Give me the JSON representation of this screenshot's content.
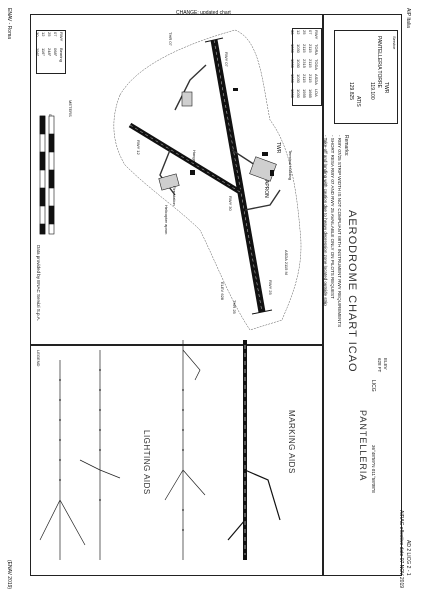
{
  "header": {
    "left_top": "AIP Italia",
    "left_sub": "ENAV - Roma",
    "right_top": "AD 2 LICG 2 - 1",
    "right_sub": "AIRAC effective date 07 NOV 2019",
    "changed_note": "CHANGE: updated chart",
    "bottom_left": "(ENAV 2019)"
  },
  "chart_title": "AERODROME CHART ICAO",
  "aerodrome": {
    "name": "PANTELLERIA",
    "icao": "LICG",
    "coords": "36°48'59\"N  011°58'08\"E",
    "elev_label": "ELEV",
    "elev_value": "628 FT"
  },
  "frequency_table": {
    "columns": [
      "Service",
      "Callsign",
      "Frequency"
    ],
    "rows": [
      [
        "TWR",
        "PANTELLERIA TORRE",
        "119.100"
      ],
      [
        "ATIS",
        "",
        "129.825"
      ]
    ]
  },
  "remarks": [
    "Remarks:",
    "- RWY 07/25 STRIP WIDTH IS NOT COMPLIANT WITH INSTRUMENT RWY REQUIREMENTS",
    "- SHORT RESA RWY 07 AND RWY 25 AVAILABLE ONLY ON PILOTS REQUEST",
    "- Take-off and landing with caution due to heavy depression zone located outside strip"
  ],
  "runway_table": {
    "headers": [
      "RWY",
      "TORA",
      "TODA",
      "ASDA",
      "LDA"
    ],
    "rows": [
      [
        "07",
        "2115",
        "2115",
        "2115",
        "1665"
      ],
      [
        "25",
        "2115",
        "2315",
        "2115",
        "1955"
      ],
      [
        "12",
        "1030",
        "1030",
        "1030",
        "1030"
      ],
      [
        "30",
        "1030",
        "1030",
        "1030",
        "1030"
      ]
    ]
  },
  "strip_table": {
    "headers": [
      "RWY",
      "Bearing"
    ],
    "rows": [
      [
        "07",
        "068°"
      ],
      [
        "25",
        "248°"
      ],
      [
        "12",
        "116°"
      ],
      [
        "30",
        "296°"
      ]
    ]
  },
  "scale": {
    "title": "METERS",
    "ticks": [
      "0",
      "500",
      "1000",
      "1500"
    ]
  },
  "map_labels": {
    "twr": "TWR",
    "terminal": "Terminal building",
    "apron": "APRON",
    "hangar": "Hangar",
    "heliport": "Helicopter apron",
    "fire": "Fire station",
    "rwy_label_a": "RWY 07",
    "rwy_label_b": "RWY 25",
    "rwy_label_c": "RWY 12",
    "rwy_label_d": "RWY 30",
    "thr_a": "THR 07",
    "thr_b": "THR 25",
    "asda_note": "ASDA 2115 M",
    "elev_note": "ELEV 628"
  },
  "sections": {
    "lighting_aids": "LIGHTING AIDS",
    "marking_aids": "MARKING AIDS",
    "legend": "LEGEND"
  },
  "footer_note": "Data provided by ENAC Servizi S.p.A.",
  "colors": {
    "runway": "#111111",
    "line": "#222222",
    "apron": "#cfcfcf"
  }
}
